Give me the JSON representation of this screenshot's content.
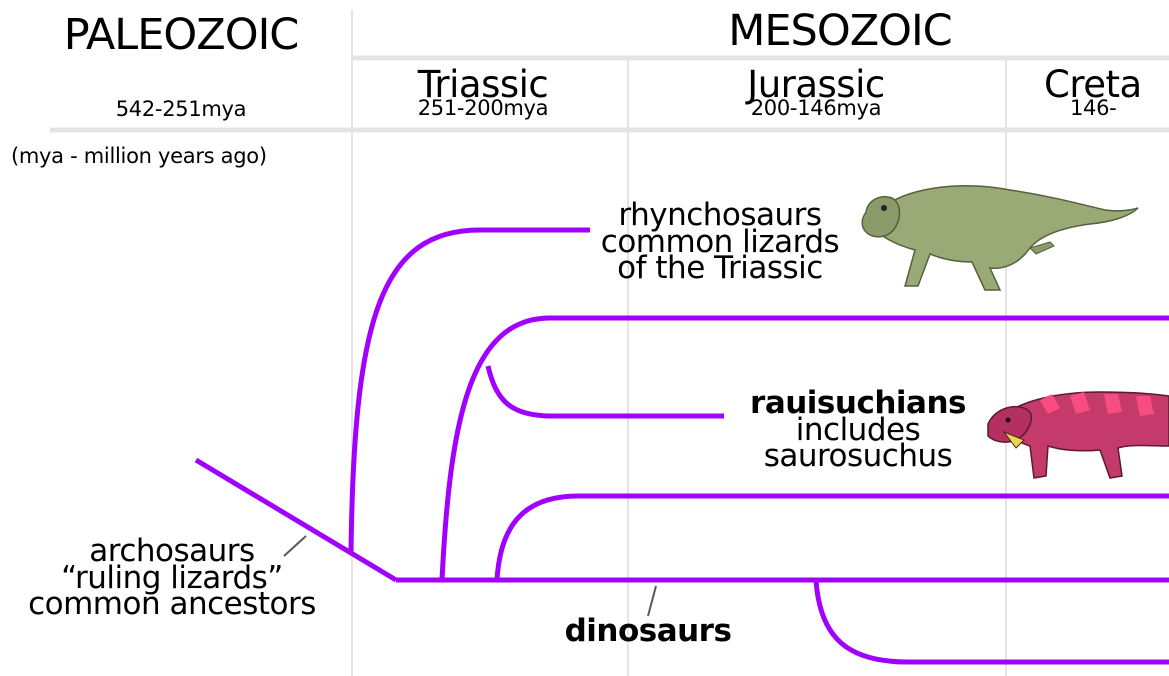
{
  "eras": {
    "paleozoic": {
      "name": "PALEOZOIC",
      "range": "542-251mya",
      "note": "(mya - million years ago)"
    },
    "mesozoic": {
      "name": "MESOZOIC"
    }
  },
  "periods": [
    {
      "name": "Triassic",
      "range": "251-200mya"
    },
    {
      "name": "Jurassic",
      "range": "200-146mya"
    },
    {
      "name": "Creta",
      "range": "146-"
    }
  ],
  "groups": {
    "rhynchosaurs": {
      "name": "rhynchosaurs",
      "line1": "common lizards",
      "line2": "of the Triassic"
    },
    "rauisuchians": {
      "name": "rauisuchians",
      "line1": "includes",
      "line2": "saurosuchus"
    },
    "archosaurs": {
      "name": "archosaurs",
      "line1": "“ruling lizards”",
      "line2": "common ancestors"
    },
    "dinosaurs": {
      "name": "dinosaurs"
    }
  },
  "colors": {
    "branch": "#a100ff",
    "divider": "#e4e4e4",
    "pointer": "#5a5a5a",
    "rhyncho_body": "#9aaa76",
    "rauisuchian_body": "#c43a6a"
  },
  "icons": [
    "rhynchosaur-illustration",
    "rauisuchian-illustration"
  ]
}
